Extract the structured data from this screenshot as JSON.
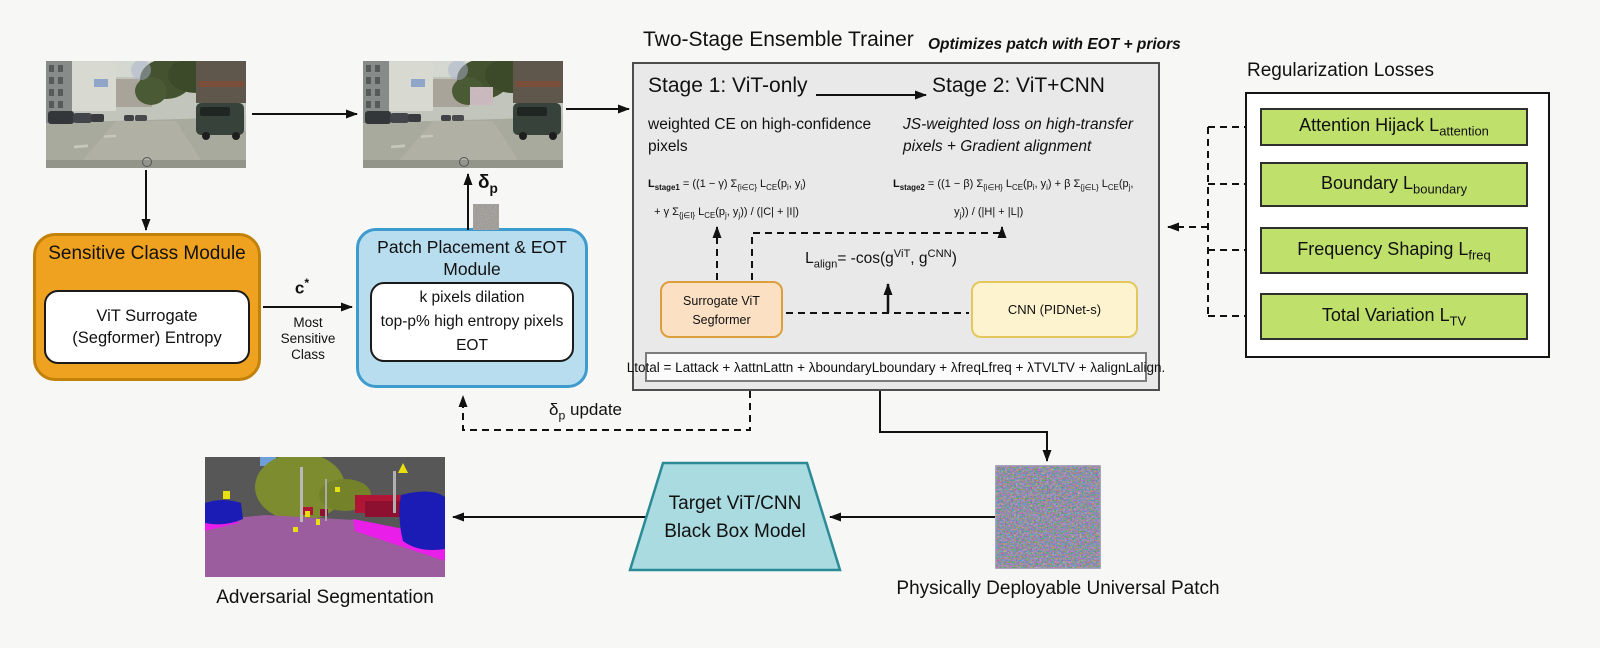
{
  "colors": {
    "background": "#f7f7f5",
    "module_orange": "#efa21f",
    "module_orange_border": "#c2820a",
    "module_blue": "#b8ddef",
    "module_blue_border": "#3d9bce",
    "trainer_fill": "#e9e9e9",
    "trainer_border": "#4d4d4d",
    "surrogate_fill": "#fbe0c4",
    "surrogate_border": "#dc9f3c",
    "cnn_fill": "#fdf3cf",
    "cnn_border": "#e3c75c",
    "reg_green": "#bfe06b",
    "trapezoid_fill": "#a9dbe0",
    "trapezoid_border": "#2a8b96",
    "arrow": "#111111"
  },
  "sensitive_module": {
    "title": "Sensitive Class Module",
    "inner": "ViT Surrogate (Segformer) Entropy"
  },
  "labels": {
    "c_star": "c<sup>*</sup>",
    "most_sensitive": "Most<br>Sensitive<br>Class",
    "delta_p": "δ<sub>p</sub>",
    "delta_p_update": "δ<sub>p</sub> update"
  },
  "patch_module": {
    "title": "Patch Placement & EOT Module",
    "inner_lines": [
      "k pixels dilation",
      "top-p% high entropy pixels",
      "EOT"
    ]
  },
  "trainer": {
    "title": "Two-Stage Ensemble Trainer",
    "subtitle": "Optimizes patch with EOT + priors",
    "stage1_heading": "Stage 1: ViT-only",
    "stage2_heading": "Stage 2: ViT+CNN",
    "stage1_desc": "weighted CE on high-confidence pixels",
    "stage2_desc": "JS-weighted loss on high-transfer pixels + Gradient alignment",
    "stage1_formula": "<b>L<sub>stage1</sub></b> = ((1 − γ) Σ<sub>{i∈C}</sub> L<sub>CE</sub>(p<sub>i</sub>, y<sub>i</sub>)<br>  + γ Σ<sub>{j∈I}</sub> L<sub>CE</sub>(p<sub>j</sub>, y<sub>j</sub>)) / (|C| + |I|)",
    "stage2_formula": "<b>L<sub>stage2</sub></b> = ((1 − β) Σ<sub>{i∈H}</sub> L<sub>CE</sub>(p<sub>i</sub>, y<sub>i</sub>) + β Σ<sub>{j∈L}</sub> L<sub>CE</sub>(p<sub>j</sub>,<br>                    y<sub>j</sub>)) / (|H| + |L|)",
    "align_formula": "L<sub>align</sub>= -cos(g<sup>ViT</sup>, g<sup>CNN</sup>)",
    "surrogate_line1": "Surrogate ViT",
    "surrogate_line2": "Segformer",
    "cnn_label": "CNN (PIDNet-s)",
    "total_loss": "Ltotal = Lattack + λattnLattn + λboundaryLboundary + λfreqLfreq + λTVLTV + λalignLalign."
  },
  "regularization": {
    "title": "Regularization Losses",
    "items": [
      "Attention Hijack L<sub>attention</sub>",
      "Boundary L<sub>boundary</sub>",
      "Frequency Shaping L<sub>freq</sub>",
      "Total Variation L<sub>TV</sub>"
    ]
  },
  "outputs": {
    "target_model_line1": "Target ViT/CNN",
    "target_model_line2": "Black Box Model",
    "patch_caption": "Physically Deployable Universal Patch",
    "segmentation_caption": "Adversarial Segmentation"
  }
}
